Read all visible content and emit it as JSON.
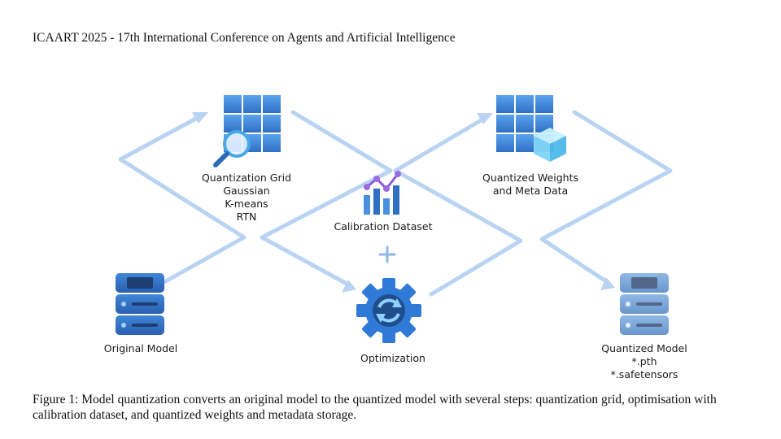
{
  "header": {
    "text": "ICAART 2025 - 17th International Conference on Agents and Artificial Intelligence"
  },
  "diagram": {
    "nodes": {
      "original_model": {
        "lines": [
          "Original Model"
        ],
        "icon": "server-icon"
      },
      "quantization_grid": {
        "lines": [
          "Quantization Grid",
          "Gaussian",
          "K-means",
          "RTN"
        ],
        "icon": "grid-search-icon"
      },
      "calibration_dataset": {
        "lines": [
          "Calibration Dataset"
        ],
        "icon": "bar-chart-icon"
      },
      "optimization": {
        "lines": [
          "Optimization"
        ],
        "icon": "gear-refresh-icon"
      },
      "quantized_weights": {
        "lines": [
          "Quantized Weights",
          "and Meta Data"
        ],
        "icon": "grid-cube-icon"
      },
      "quantized_model": {
        "lines": [
          "Quantized Model",
          "*.pth",
          "*.safetensors"
        ],
        "icon": "server-icon"
      }
    },
    "plus_symbol": "+",
    "colors": {
      "arrow": "#b9d3f3",
      "icon_blue": "#3b82d6",
      "icon_dark": "#1f4e8c",
      "accent_purple": "#8a5cd6"
    }
  },
  "caption": {
    "text": "Figure 1: Model quantization converts an original model to the quantized model with several steps: quantization grid, optimisation with calibration dataset, and quantized weights and metadata storage."
  }
}
